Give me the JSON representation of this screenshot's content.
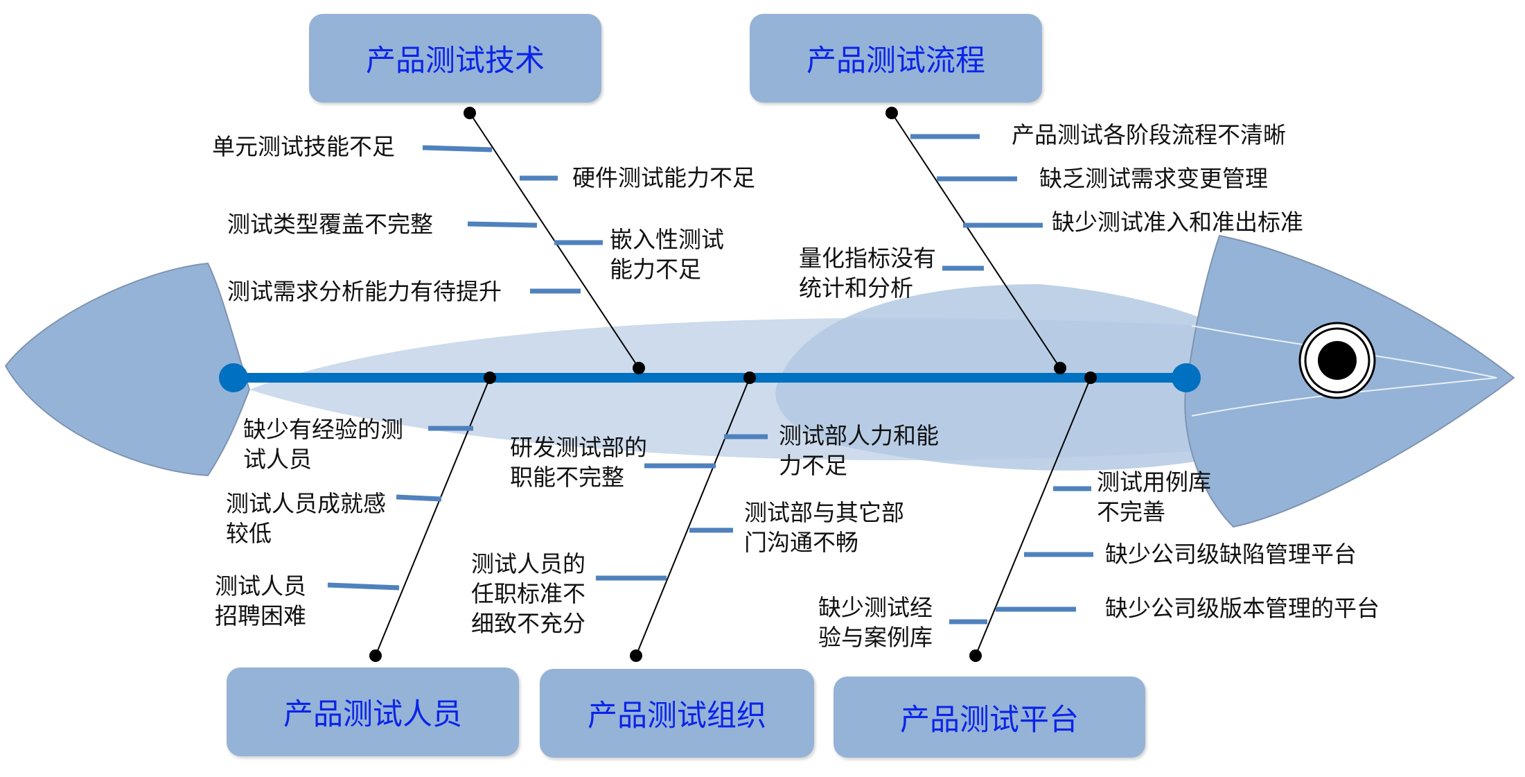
{
  "colors": {
    "accent": "#0070c0",
    "box": "#95b3d7",
    "box_text": "#0b24e8",
    "fish": "#95b3d7"
  },
  "categories": {
    "tech": "产品测试技术",
    "process": "产品测试流程",
    "people": "产品测试人员",
    "org": "产品测试组织",
    "platform": "产品测试平台"
  },
  "causes": {
    "tech": {
      "c1": "单元测试技能不足",
      "c2": "硬件测试能力不足",
      "c3": "测试类型覆盖不完整",
      "c4_l1": "嵌入性测试",
      "c4_l2": "能力不足",
      "c5": "测试需求分析能力有待提升"
    },
    "process": {
      "c1": "产品测试各阶段流程不清晰",
      "c2": "缺乏测试需求变更管理",
      "c3": "缺少测试准入和准出标准",
      "c4_l1": "量化指标没有",
      "c4_l2": "统计和分析"
    },
    "people": {
      "c1_l1": "缺少有经验的测",
      "c1_l2": "试人员",
      "c2_l1": "测试人员成就感",
      "c2_l2": "较低",
      "c3_l1": "测试人员",
      "c3_l2": "招聘困难"
    },
    "org": {
      "c1_l1": "研发测试部的",
      "c1_l2": "职能不完整",
      "c2_l1": "测试部人力和能",
      "c2_l2": "力不足",
      "c3_l1": "测试部与其它部",
      "c3_l2": "门沟通不畅",
      "c4_l1": "测试人员的",
      "c4_l2": "任职标准不",
      "c4_l3": "细致不充分"
    },
    "platform": {
      "c1_l1": "测试用例库",
      "c1_l2": "不完善",
      "c2": "缺少公司级缺陷管理平台",
      "c3_l1": "缺少测试经",
      "c3_l2": "验与案例库",
      "c4": "缺少公司级版本管理的平台"
    }
  }
}
